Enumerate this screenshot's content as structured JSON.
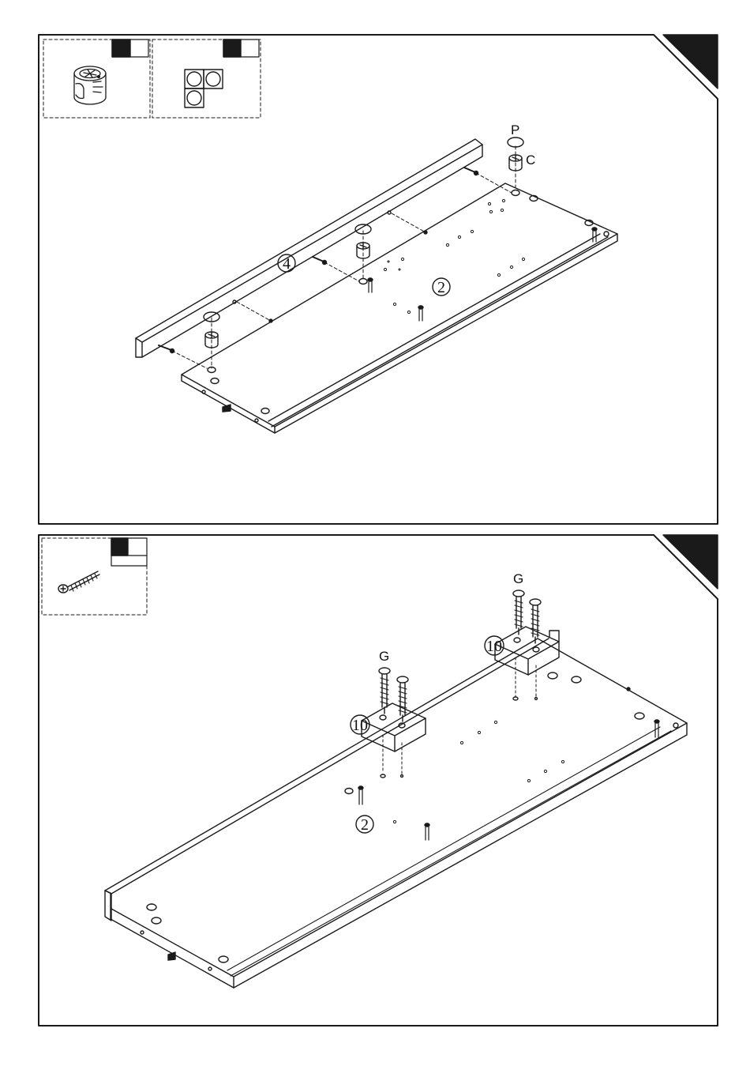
{
  "step1": {
    "label_P": "P",
    "label_C": "C",
    "part_4": "4",
    "part_2": "2"
  },
  "step2": {
    "label_G_left": "G",
    "label_G_right": "G",
    "part_10_left": "10",
    "part_10_right": "10",
    "part_2": "2"
  },
  "colors": {
    "line": "#1a1a1a",
    "corner_tab": "#1a1a1a"
  },
  "icons": [
    "cam-lock-icon",
    "rotate-three-circles-icon",
    "screw-icon"
  ]
}
